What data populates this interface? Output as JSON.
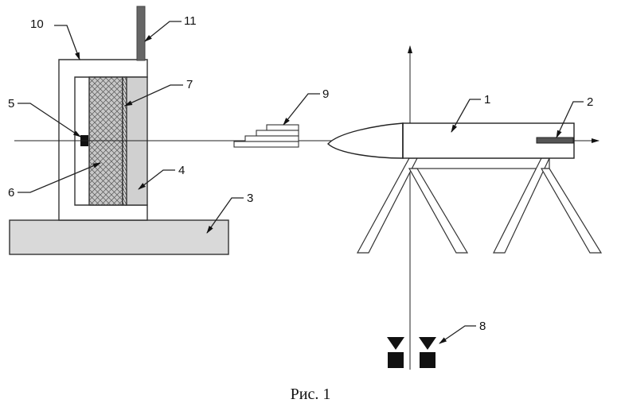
{
  "figure": {
    "caption": "Рис. 1",
    "labels": {
      "l1": "1",
      "l2": "2",
      "l3": "3",
      "l4": "4",
      "l5": "5",
      "l6": "6",
      "l7": "7",
      "l8": "8",
      "l9": "9",
      "l10": "10",
      "l11": "11"
    },
    "colors": {
      "background": "#ffffff",
      "stroke": "#333333",
      "base_fill": "#d9d9d9",
      "wall_fill": "#cfcfcf",
      "crosshatch_fill": "#bdbdbd",
      "rod_fill": "#666666",
      "sensor_fill": "#111111"
    }
  }
}
